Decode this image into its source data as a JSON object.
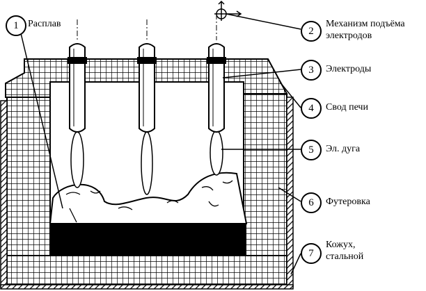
{
  "labels": [
    {
      "num": "1",
      "text": "Расплав"
    },
    {
      "num": "2",
      "text": "Механизм подъёма электродов"
    },
    {
      "num": "3",
      "text": "Электроды"
    },
    {
      "num": "4",
      "text": "Свод печи"
    },
    {
      "num": "5",
      "text": "Эл. дуга"
    },
    {
      "num": "6",
      "text": "Футеровка"
    },
    {
      "num": "7",
      "text": "Кожух, стальной"
    }
  ]
}
